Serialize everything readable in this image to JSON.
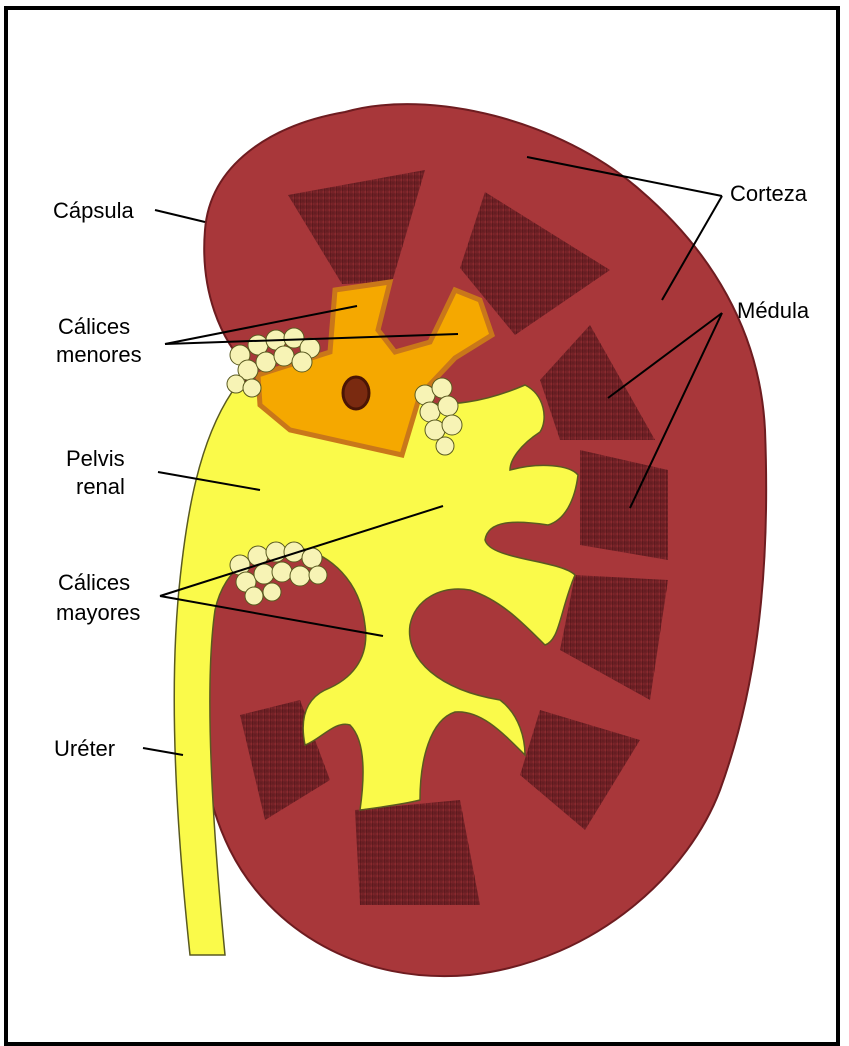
{
  "labels": {
    "capsula": "Cápsula",
    "corteza": "Corteza",
    "calices_menores_1": "Cálices",
    "calices_menores_2": "menores",
    "medula": "Médula",
    "pelvis_1": "Pelvis",
    "pelvis_2": "renal",
    "calices_mayores_1": "Cálices",
    "calices_mayores_2": "mayores",
    "ureter": "Uréter"
  },
  "colors": {
    "cortex": "#a8373a",
    "medulla": "#6b1f24",
    "pelvis": "#fafa4a",
    "minor_calyx": "#f5a800",
    "minor_calyx_border": "#c9771a",
    "fat": "#f7f3b5",
    "frame": "#000000"
  }
}
